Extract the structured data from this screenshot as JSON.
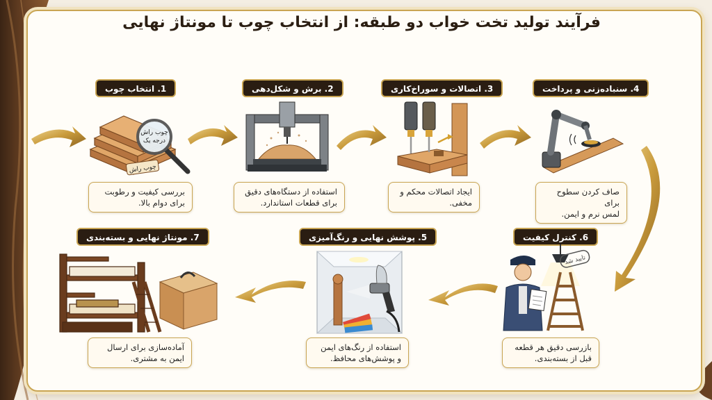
{
  "title": "فرآیند تولید تخت خواب دو طبقه: از انتخاب چوب تا مونتاژ نهایی",
  "steps": [
    {
      "label": "1. انتخاب چوب",
      "desc": [
        "بررسی کیفیت و رطوبت",
        "برای دوام بالا."
      ],
      "tag1": "چوب راش",
      "tag2": "درجه یک",
      "tag3": "چوب راش"
    },
    {
      "label": "2. برش و شکل‌دهی",
      "desc": [
        "استفاده از دستگاه‌های دقیق",
        "برای قطعات استاندارد."
      ]
    },
    {
      "label": "3. اتصالات و سوراخ‌کاری",
      "desc": [
        "ایجاد اتصالات محکم و",
        "مخفی."
      ]
    },
    {
      "label": "4. سنباده‌زنی و پرداخت",
      "desc": [
        "صاف کردن سطوح برای",
        "لمس نرم و ایمن."
      ]
    },
    {
      "label": "6. کنترل کیفیت",
      "desc": [
        "بازرسی دقیق هر قطعه",
        "قبل از بسته‌بندی."
      ],
      "stamp": "تایید شد"
    },
    {
      "label": "5. پوشش نهایی و رنگ‌آمیزی",
      "desc": [
        "استفاده از رنگ‌های ایمن",
        "و پوشش‌های محافظ."
      ]
    },
    {
      "label": "7. مونتاژ نهایی و بسته‌بندی",
      "desc": [
        "آماده‌سازی برای ارسال",
        "ایمن به مشتری."
      ]
    }
  ],
  "colors": {
    "accent": "#c9a553",
    "label_bg": "#2a1d12",
    "wood": "#d69a5a",
    "card": "#fffdf8"
  }
}
